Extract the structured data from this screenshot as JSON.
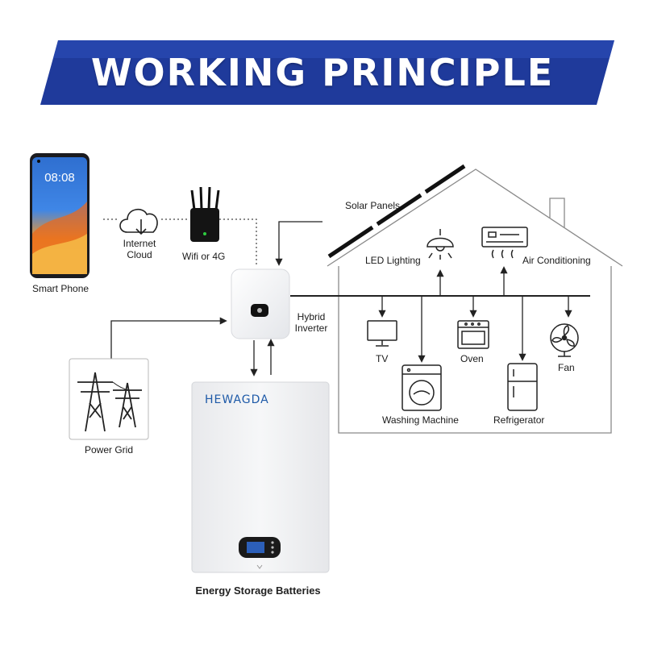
{
  "banner": {
    "title": "WORKING PRINCIPLE",
    "color": "#1f3a9b"
  },
  "phone": {
    "time": "08:08",
    "date": "",
    "label": "Smart Phone"
  },
  "cloud": {
    "label_line1": "Internet",
    "label_line2": "Cloud",
    "icon": "cloud-download-icon"
  },
  "router": {
    "label": "Wifi or 4G",
    "icon": "router-icon"
  },
  "inverter": {
    "label_line1": "Hybrid",
    "label_line2": "Inverter"
  },
  "solar": {
    "label": "Solar Panels"
  },
  "grid": {
    "label": "Power Grid",
    "icon": "transmission-tower-icon"
  },
  "battery": {
    "brand": "HEWAGDA",
    "caption": "Energy Storage Batteries"
  },
  "appliances": {
    "led": "LED Lighting",
    "ac": "Air Conditioning",
    "tv": "TV",
    "washer": "Washing Machine",
    "oven": "Oven",
    "fridge": "Refrigerator",
    "fan": "Fan"
  }
}
